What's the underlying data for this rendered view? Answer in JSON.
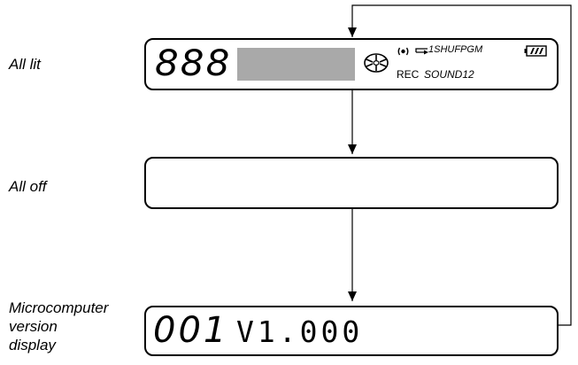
{
  "labels": {
    "all_lit": "All lit",
    "all_off": "All off",
    "micro": [
      "Microcomputer",
      "version",
      "display"
    ]
  },
  "display_lit": {
    "digits": "888",
    "indicators_top": "1SHUFPGM",
    "rec": "REC",
    "sound": "SOUND12"
  },
  "display_version": {
    "track": "001",
    "version": "V1.000"
  },
  "icons": [
    "disc-icon",
    "broadcast-icon",
    "repeat-arrow-icon",
    "battery-icon"
  ],
  "colors": {
    "bar": "#a9a9a9",
    "line": "#000000"
  }
}
